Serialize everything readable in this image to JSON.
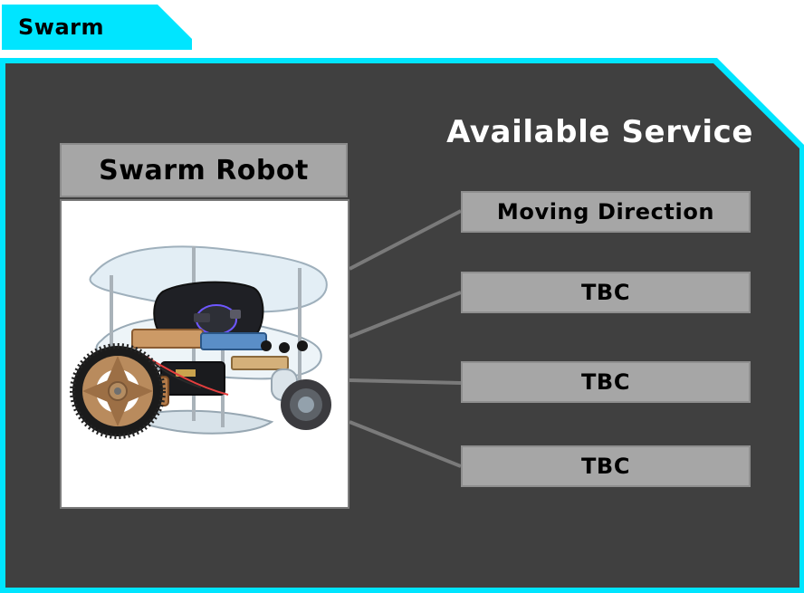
{
  "top_tab": {
    "label": "Swarm"
  },
  "panel": {
    "title": "Available Service"
  },
  "robot_card": {
    "title": "Swarm Robot"
  },
  "services": [
    {
      "label": "Moving Direction"
    },
    {
      "label": "TBC"
    },
    {
      "label": "TBC"
    },
    {
      "label": "TBC"
    }
  ],
  "colors": {
    "accent": "#00e5ff",
    "panel_bg": "#404040",
    "button_bg": "#a6a6a6",
    "button_border": "#8f8f8f",
    "connector": "#7a7a7a",
    "text_light": "#ffffff",
    "text_dark": "#000000"
  }
}
